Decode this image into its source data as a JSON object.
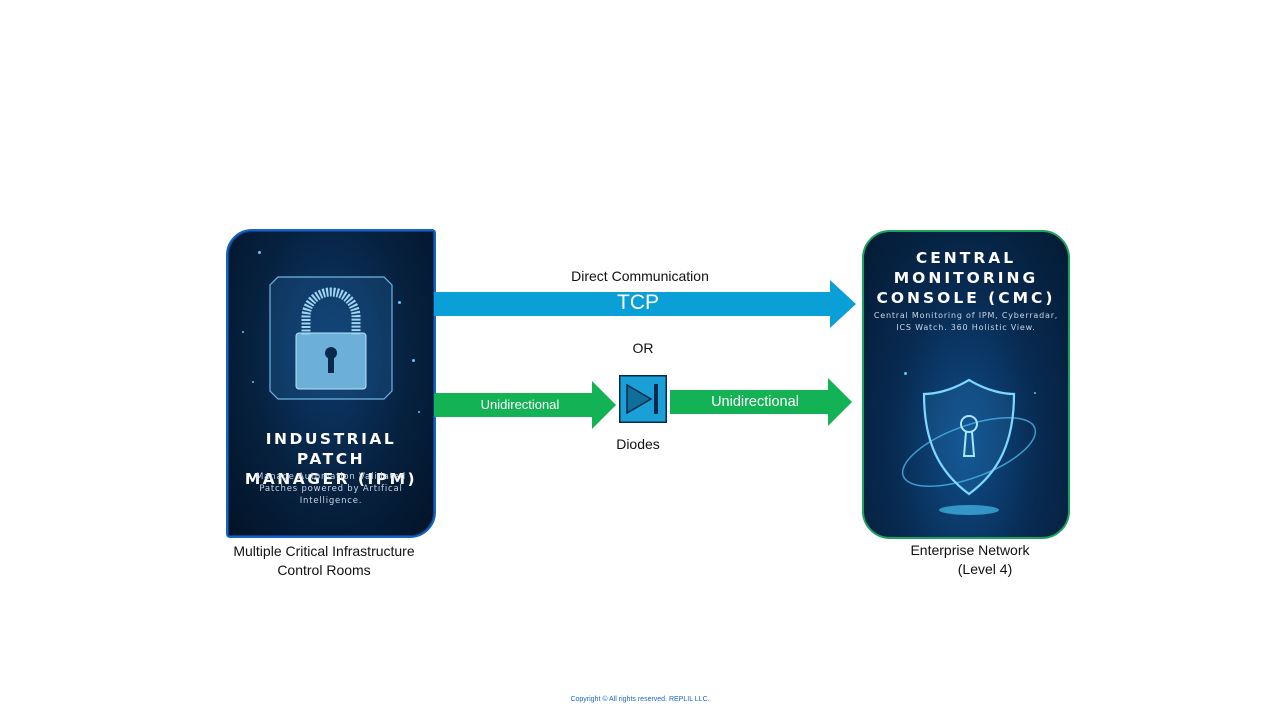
{
  "ipm_card": {
    "title_line1": "INDUSTRIAL PATCH",
    "title_line2": "MANAGER (IPM)",
    "subtitle_line1": "Manage Automation Validated",
    "subtitle_line2": "Patches powered by Artifical",
    "subtitle_line3": "Intelligence.",
    "caption_line1": "Multiple Critical Infrastructure",
    "caption_line2": "Control Rooms"
  },
  "cmc_card": {
    "title_line1": "CENTRAL",
    "title_line2": "MONITORING",
    "title_line3": "CONSOLE (CMC)",
    "subtitle_line1": "Central Monitoring of IPM, Cyberradar,",
    "subtitle_line2": "ICS Watch. 360 Holistic View.",
    "caption_line1": "Enterprise Network",
    "caption_line2": "(Level 4)"
  },
  "connections": {
    "direct_label": "Direct Communication",
    "tcp_label": "TCP",
    "or_label": "OR",
    "unidirectional_left": "Unidirectional",
    "unidirectional_right": "Unidirectional",
    "diodes_label": "Diodes"
  },
  "footer": {
    "copyright": "Copyright © All rights reserved. REPLIL LLC."
  },
  "colors": {
    "tcp_arrow": "#0b9fd8",
    "uni_arrow": "#12b255",
    "diode_fill": "#1a9fd6",
    "ipm_border": "#1565c0",
    "cmc_border": "#1aa35a"
  },
  "icons": [
    "padlock-icon",
    "shield-keyhole-icon",
    "diode-icon"
  ]
}
